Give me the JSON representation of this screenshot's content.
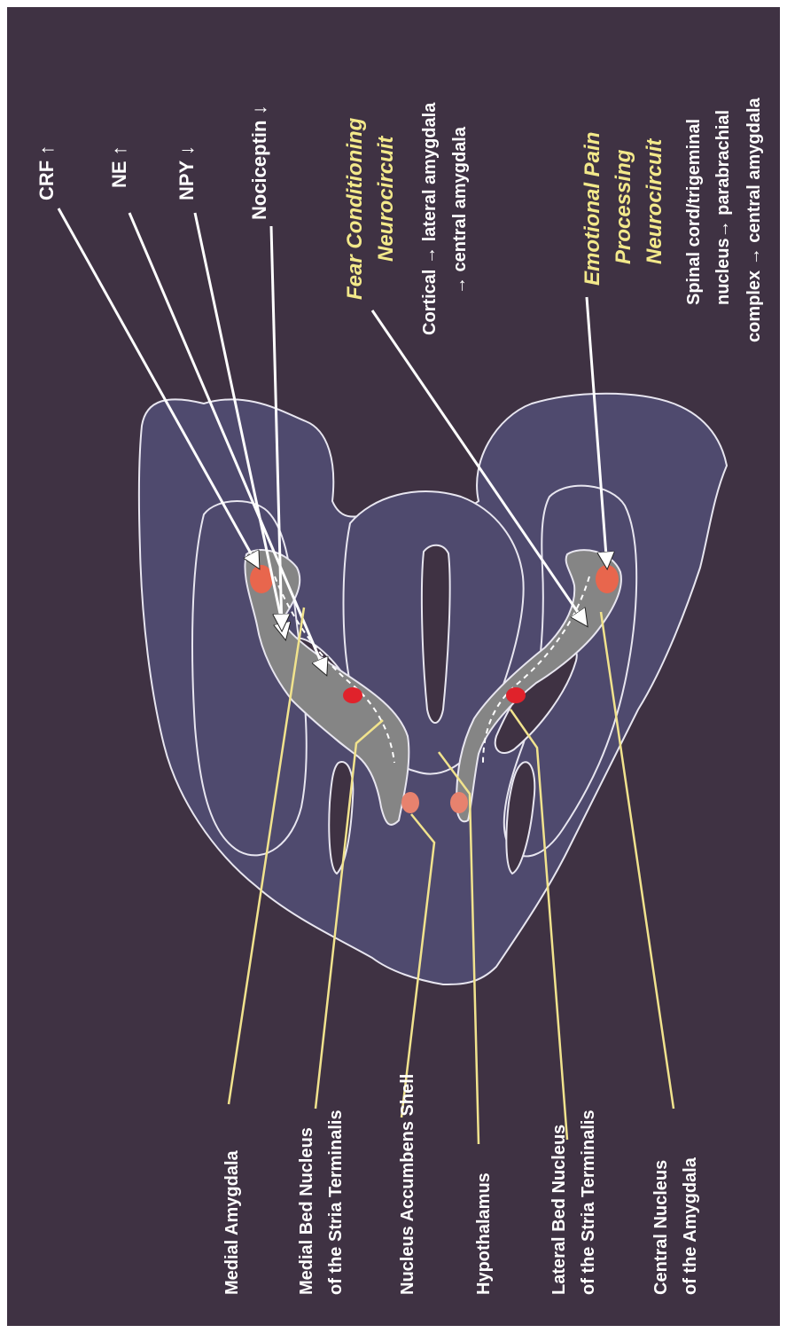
{
  "neurochemicals": [
    {
      "label": "CRF",
      "arrow": "↑"
    },
    {
      "label": "NE",
      "arrow": "↑"
    },
    {
      "label": "NPY",
      "arrow": "↓"
    },
    {
      "label": "Nociceptin",
      "arrow": "↓"
    }
  ],
  "fear_circuit": {
    "title_1": "Fear Conditioning",
    "title_2": "Neurocircuit",
    "line_1": "Cortical → lateral amygdala",
    "line_2": "→ central amygdala"
  },
  "pain_circuit": {
    "title_1": "Emotional Pain",
    "title_2": "Processing",
    "title_3": "Neurocircuit",
    "line_1": "Spinal cord/trigeminal",
    "line_2": "nucleus→ parabrachial",
    "line_3": "complex → central amygdala"
  },
  "structures": {
    "medial_amygdala": "Medial Amygdala",
    "medial_bnst_1": "Medial Bed Nucleus",
    "medial_bnst_2": "of the Stria Terminalis",
    "nac_shell": "Nucleus Accumbens Shell",
    "hypothalamus": "Hypothalamus",
    "lateral_bnst_1": "Lateral Bed Nucleus",
    "lateral_bnst_2": "of the Stria Terminalis",
    "central_amygdala_1": "Central Nucleus",
    "central_amygdala_2": "of the Amygdala"
  },
  "colors": {
    "background": "#3f3243",
    "brain": "#4f4a6e",
    "extended_amygdala": "#858585",
    "label_lines": "#f1e38d",
    "circuit_titles": "#f3e98a",
    "nucleus_red": "#e0222b",
    "nucleus_orange": "#e8664d",
    "nucleus_salmon": "#e7826e"
  }
}
